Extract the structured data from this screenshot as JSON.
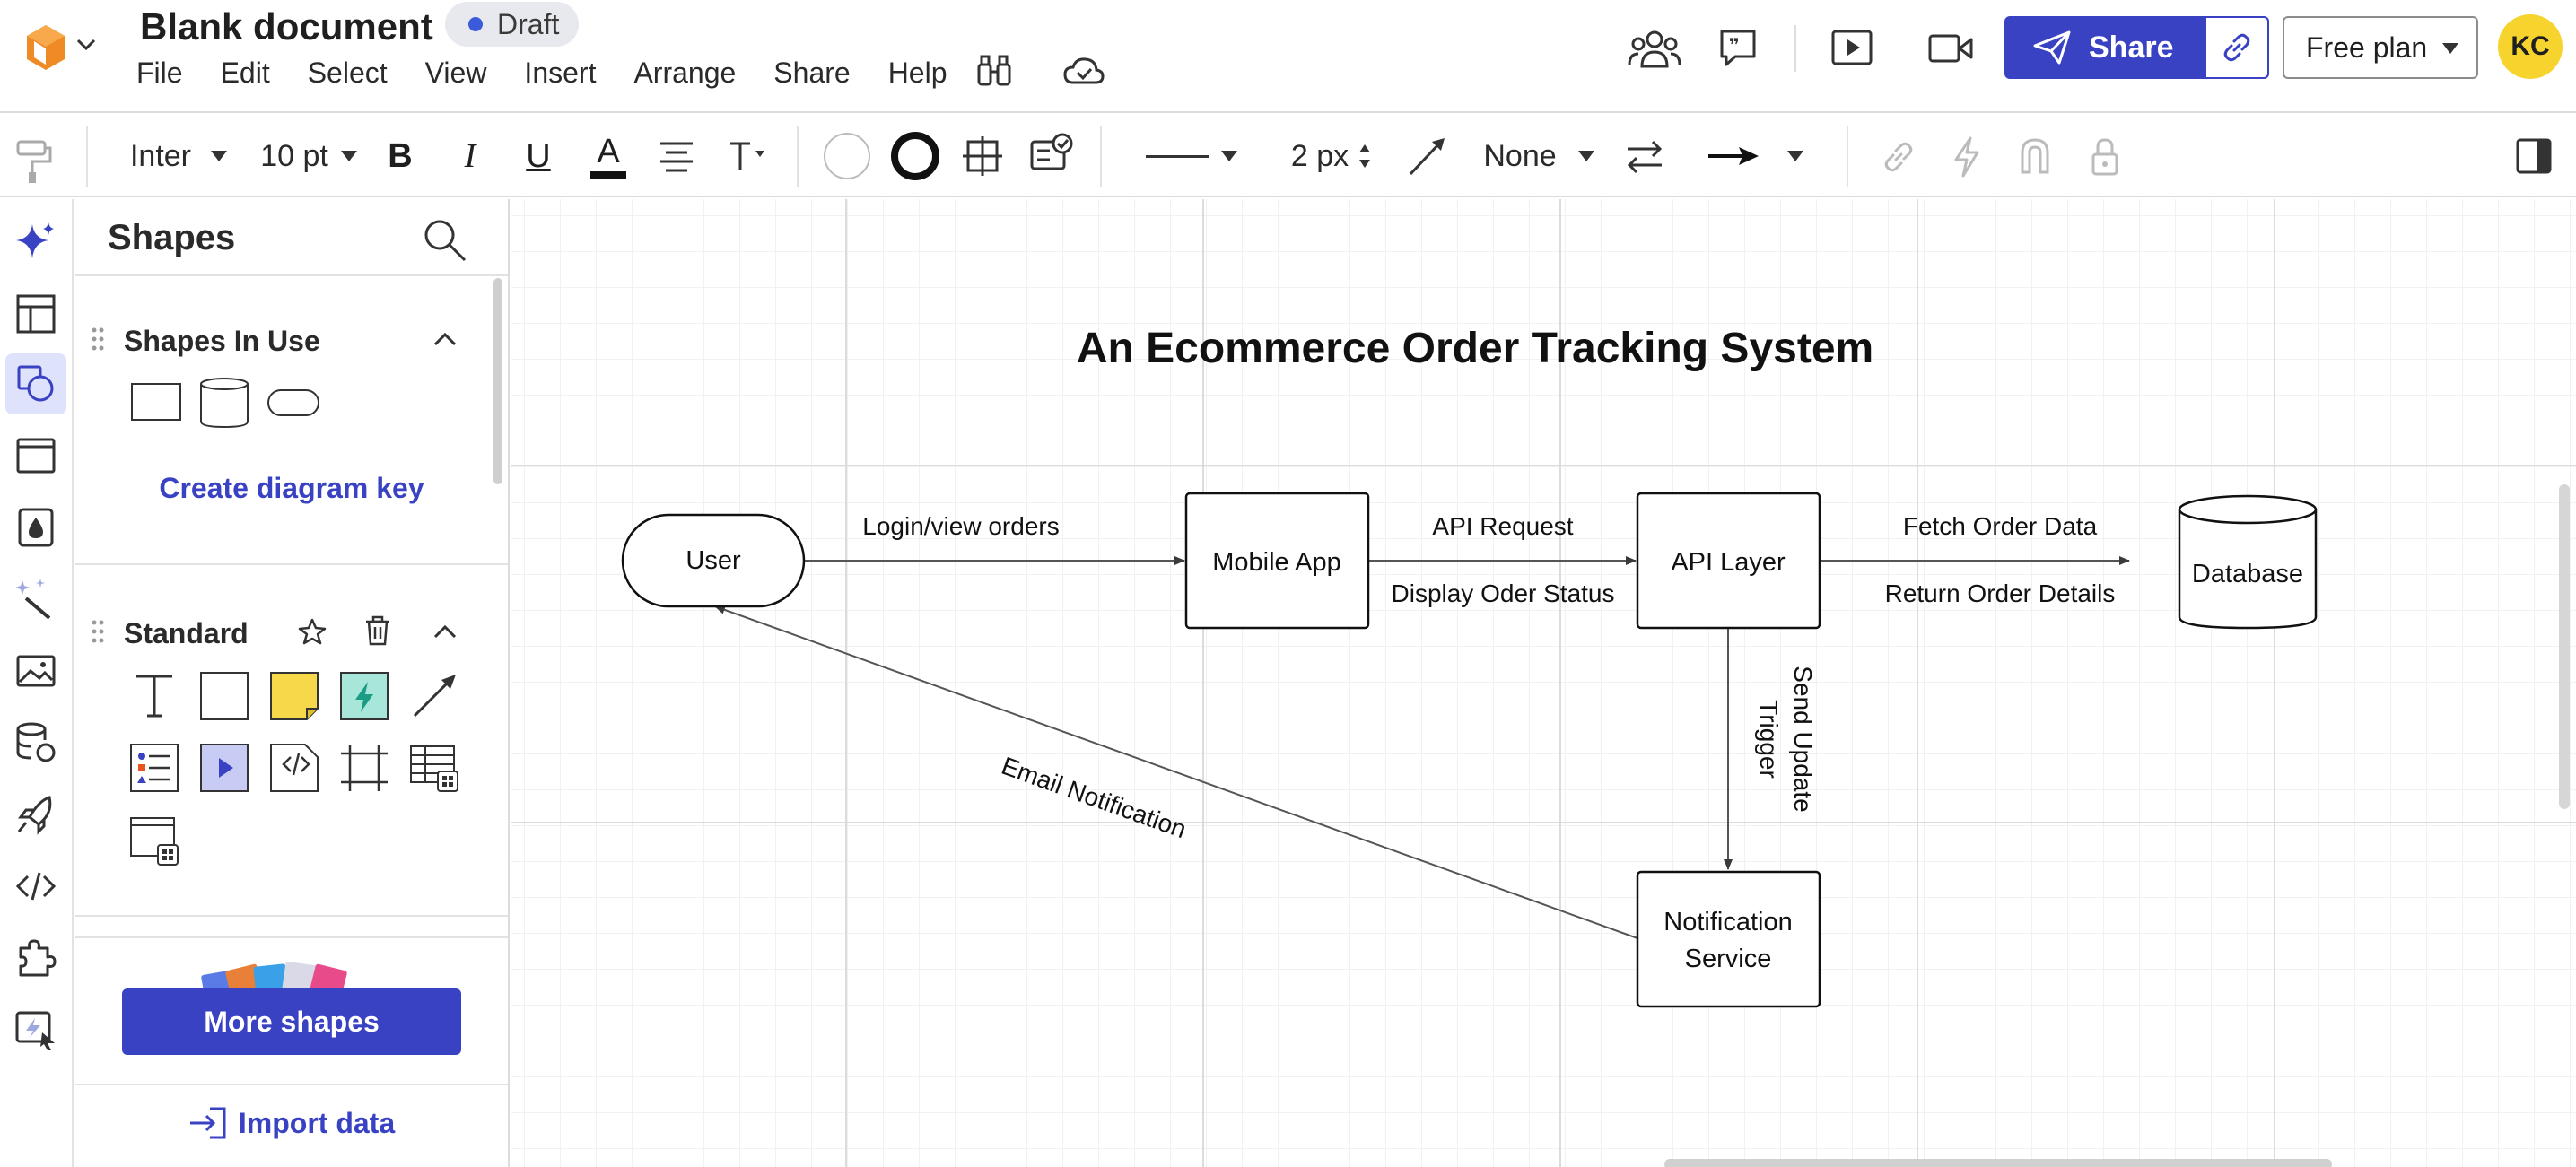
{
  "header": {
    "doc_title": "Blank document",
    "status": "Draft",
    "menu": [
      "File",
      "Edit",
      "Select",
      "View",
      "Insert",
      "Arrange",
      "Share",
      "Help"
    ],
    "share_label": "Share",
    "plan_label": "Free plan",
    "avatar_initials": "KC",
    "accent_color": "#3a42c4"
  },
  "toolbar": {
    "font": "Inter",
    "font_size": "10 pt",
    "bold": "B",
    "italic": "I",
    "underline": "U",
    "text_color": "A",
    "line_width": "2 px",
    "arrow_start": "None"
  },
  "panel": {
    "title": "Shapes",
    "in_use_title": "Shapes In Use",
    "create_key": "Create diagram key",
    "standard_title": "Standard",
    "more_shapes": "More shapes",
    "import_data": "Import data"
  },
  "diagram": {
    "title": "An Ecommerce Order Tracking System",
    "nodes": {
      "user": "User",
      "mobile_app": "Mobile App",
      "api_layer": "API Layer",
      "database": "Database",
      "notification_line1": "Notification",
      "notification_line2": "Service"
    },
    "edges": {
      "login": "Login/view orders",
      "api_request": "API Request",
      "display_status": "Display Oder Status",
      "fetch_order": "Fetch Order Data",
      "return_order": "Return Order Details",
      "send_update_line1": "Send Update",
      "send_update_line2": "Trigger",
      "email_notification": "Email Notification"
    }
  }
}
